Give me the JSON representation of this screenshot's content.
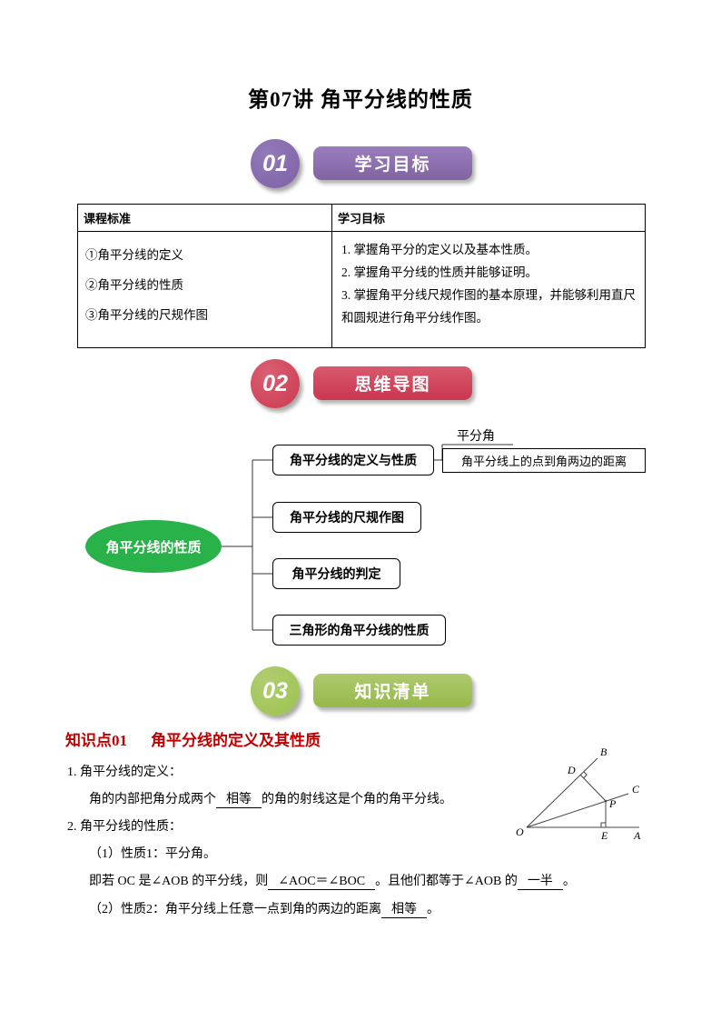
{
  "page": {
    "title": "第07讲 角平分线的性质"
  },
  "sections": {
    "s1": {
      "number": "01",
      "label": "学习目标"
    },
    "s2": {
      "number": "02",
      "label": "思维导图"
    },
    "s3": {
      "number": "03",
      "label": "知识清单"
    }
  },
  "table": {
    "headers": [
      "课程标准",
      "学习目标"
    ],
    "standards": [
      "①角平分线的定义",
      "②角平分线的性质",
      "③角平分线的尺规作图"
    ],
    "objectives": [
      "1. 掌握角平分的定义以及基本性质。",
      "2. 掌握角平分线的性质并能够证明。",
      "3. 掌握角平分线尺规作图的基本原理，并能够利用直尺和圆规进行角平分线作图。"
    ]
  },
  "mindmap": {
    "root": "角平分线的性质",
    "nodes": [
      "角平分线的定义与性质",
      "角平分线的尺规作图",
      "角平分线的判定",
      "三角形的角平分线的性质"
    ],
    "branch_top": "平分角",
    "branch_bottom": "角平分线上的点到角两边的距离"
  },
  "knowledge": {
    "heading_badge": "知识点01",
    "heading_title": "角平分线的定义及其性质",
    "item1_title": "1. 角平分线的定义：",
    "item1_pre": "角的内部把角分成两个",
    "item1_blank": "相等",
    "item1_post": "的角的射线这是个角的角平分线。",
    "item2_title": "2. 角平分线的性质：",
    "prop1_title": "（1）性质1：平分角。",
    "prop1_pre": "即若 OC 是∠AOB 的平分线，则",
    "prop1_blank1": "∠AOC＝∠BOC",
    "prop1_mid": "。且他们都等于∠AOB 的",
    "prop1_blank2": "一半",
    "prop1_post": "。",
    "prop2_pre": "（2）性质2：角平分线上任意一点到角的两边的距离",
    "prop2_blank": "相等",
    "prop2_post": "。"
  },
  "figure": {
    "o": "O",
    "a": "A",
    "b": "B",
    "c": "C",
    "d": "D",
    "e": "E",
    "p": "P"
  },
  "colors": {
    "accent_purple": "#8064a2",
    "accent_red": "#cb3a50",
    "accent_green": "#9cc24d",
    "mindmap_green": "#29b24a",
    "heading_red": "#c00000"
  }
}
